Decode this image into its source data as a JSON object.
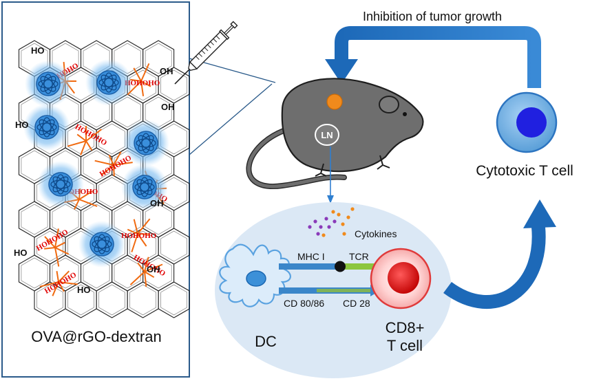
{
  "left_panel": {
    "caption": "OVA@rGO-dextran",
    "oh_label": "OH",
    "ho_label": "HO",
    "red_oh_text": "HOHOHO"
  },
  "mouse": {
    "ln_label": "LN"
  },
  "arrows": {
    "top_label": "Inhibition of tumor growth"
  },
  "cells": {
    "cytotoxic_label": "Cytotoxic T cell",
    "cytokines_label": "Cytokines",
    "dc_label": "DC",
    "cd8_line1": "CD8+",
    "cd8_line2": "T cell",
    "mhc_label": "MHC I",
    "tcr_label": "TCR",
    "cd80_label": "CD 80/86",
    "cd28_label": "CD 28"
  },
  "colors": {
    "panel_border": "#2a5a8a",
    "arrow_blue": "#1a6fc0",
    "ellipse": "#dbe8f5",
    "mouse": "#6e6e6e",
    "tumor": "#f08a1c",
    "cd8_red": "#e02424"
  }
}
